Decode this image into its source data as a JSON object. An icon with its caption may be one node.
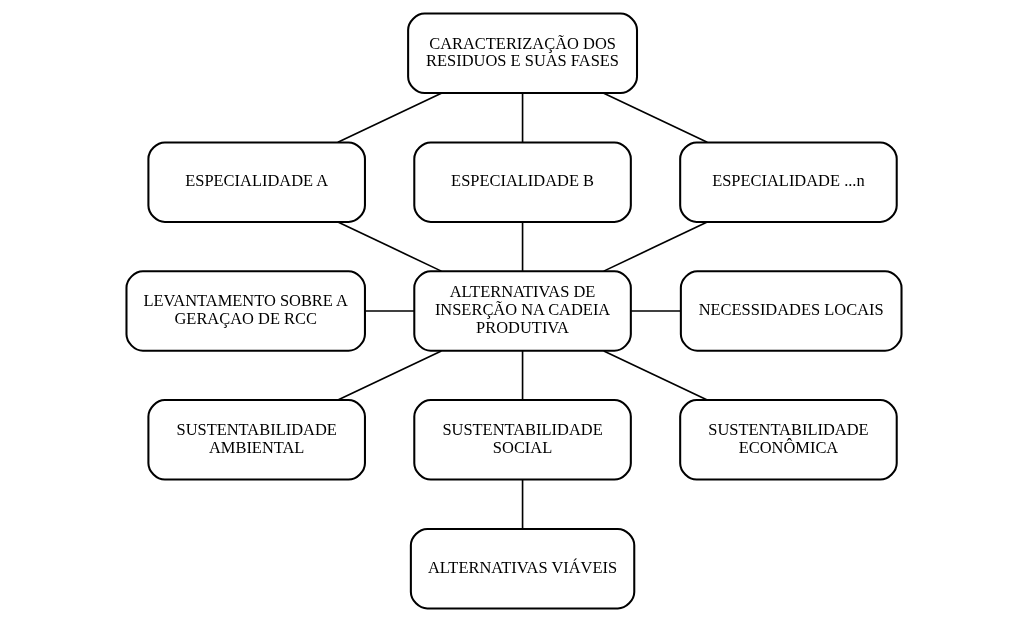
{
  "diagram": {
    "nodes": [
      {
        "text": [
          "CARACTERIZAÇÃO DOS RESIDUOS E SUAS FASES"
        ]
      },
      {
        "text": [
          "ESPECIALIDADE A"
        ]
      },
      {
        "text": [
          "ESPECIALIDADE B"
        ]
      },
      {
        "text": [
          "ESPECIALIDADE ...n"
        ]
      },
      {
        "text": [
          "LEVANTAMENTO SOBRE A GERAÇAO DE RCC"
        ]
      },
      {
        "text": [
          "ALTERNATIVAS DE INSERÇÃO NA CADEIA PRODUTIVA"
        ]
      },
      {
        "text": [
          "NECESSIDADES LOCAIS"
        ]
      },
      {
        "text": [
          "SUSTENTABILIDADE AMBIENTAL"
        ]
      },
      {
        "text": [
          "SUSTENTABILIDADE SOCIAL"
        ]
      },
      {
        "text": [
          "SUSTENTABILIDADE ECONÔMICA"
        ]
      },
      {
        "text": [
          "ALTERNATIVAS VIÁVEIS"
        ]
      }
    ],
    "edges": [
      {
        "from": 0,
        "to": 1,
        "arrow": "none"
      },
      {
        "from": 0,
        "to": 2,
        "arrow": "none"
      },
      {
        "from": 0,
        "to": 3,
        "arrow": "none"
      },
      {
        "from": 1,
        "to": 5,
        "arrow": "none"
      },
      {
        "from": 2,
        "to": 5,
        "arrow": "none"
      },
      {
        "from": 3,
        "to": 5,
        "arrow": "none"
      },
      {
        "from": 4,
        "to": 5,
        "arrow": "none"
      },
      {
        "from": 5,
        "to": 6,
        "arrow": "none"
      },
      {
        "from": 5,
        "to": 7,
        "arrow": "none"
      },
      {
        "from": 5,
        "to": 8,
        "arrow": "none"
      },
      {
        "from": 5,
        "to": 9,
        "arrow": "none"
      },
      {
        "from": 8,
        "to": 10,
        "arrow": "none"
      }
    ]
  }
}
